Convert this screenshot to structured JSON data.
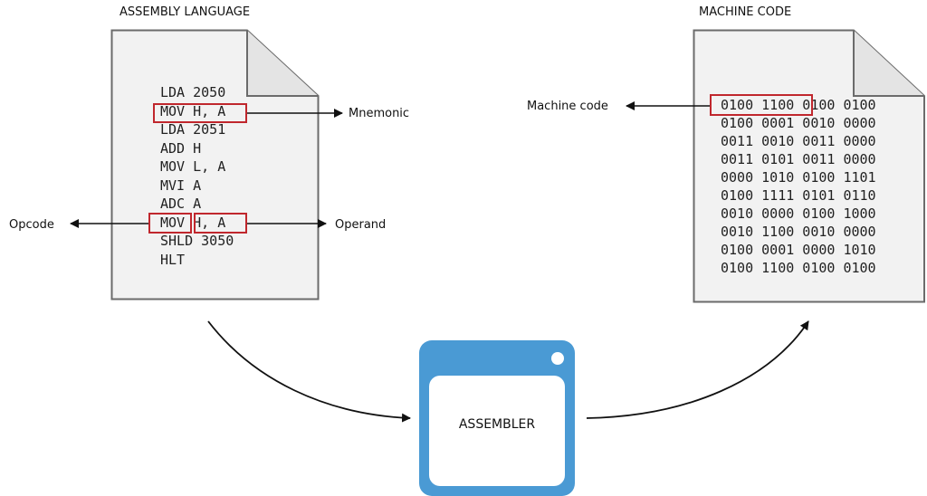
{
  "assembly": {
    "title": "ASSEMBLY LANGUAGE",
    "lines": [
      "LDA 2050",
      "MOV H, A",
      "LDA 2051",
      "ADD H",
      "MOV L, A",
      "MVI A",
      "ADC A",
      "MOV H, A",
      "SHLD 3050",
      "HLT"
    ]
  },
  "machine": {
    "title": "MACHINE CODE",
    "lines": [
      "0100 1100 0100 0100",
      "0100 0001 0010 0000",
      "0011 0010 0011 0000",
      "0011 0101 0011 0000",
      "0000 1010 0100 1101",
      "0100 1111 0101 0110",
      "0010 0000 0100 1000",
      "0010 1100 0010 0000",
      "0100 0001 0000 1010",
      "0100 1100 0100 0100"
    ]
  },
  "labels": {
    "mnemonic": "Mnemonic",
    "opcode": "Opcode",
    "operand": "Operand",
    "machine_code": "Machine code",
    "assembler": "ASSEMBLER"
  },
  "colors": {
    "highlight": "#c0272d",
    "assembler": "#4a9ad4",
    "document_fill": "#f2f2f2",
    "document_stroke": "#6b6b6b"
  }
}
